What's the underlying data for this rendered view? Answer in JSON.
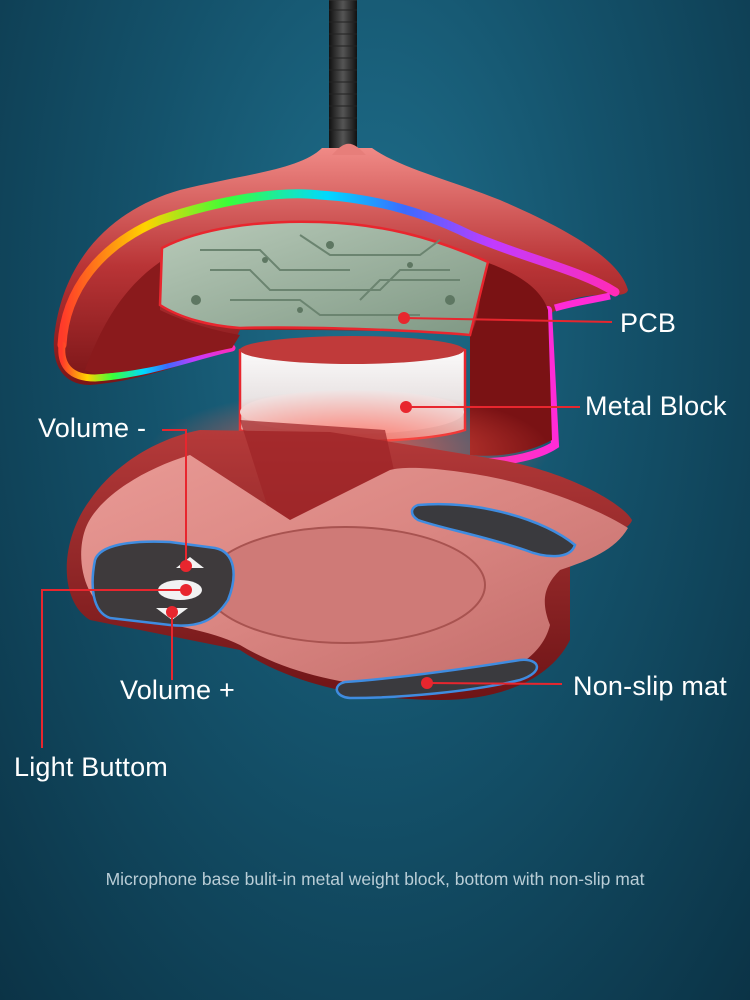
{
  "labels": {
    "pcb": "PCB",
    "metal_block": "Metal Block",
    "volume_minus": "Volume -",
    "volume_plus": "Volume +",
    "non_slip_mat": "Non-slip mat",
    "light_button": "Light Buttom"
  },
  "caption": "Microphone base bulit-in metal weight block, bottom with non-slip mat",
  "colors": {
    "background": "#14526b",
    "leader_line": "#e8262e",
    "base_body": "#c9504f",
    "rgb_ring": [
      "#ff2d2d",
      "#ffd400",
      "#3cff3c",
      "#00e5ff",
      "#ff2bd6"
    ]
  },
  "icons": [
    "gooseneck-icon",
    "triangle-up-icon",
    "triangle-down-icon",
    "light-button-icon"
  ]
}
